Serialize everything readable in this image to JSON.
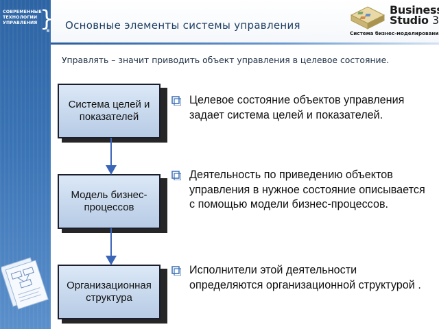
{
  "header": {
    "title": "Основные элементы системы управления",
    "left_logo": {
      "lines": [
        "СОВРЕМЕННЫЕ",
        "ТЕХНОЛОГИИ",
        "УПРАВЛЕНИЯ"
      ],
      "mark": "®"
    },
    "right_logo": {
      "word1": "Business",
      "word2": "Studio",
      "version": "3",
      "tagline": "Система бизнес-моделирования"
    }
  },
  "subtitle": "Управлять – значит приводить объект управления в целевое состояние.",
  "boxes": [
    {
      "lines": [
        "Система целей и",
        "показателей"
      ]
    },
    {
      "lines": [
        "Модель бизнес-",
        "процессов"
      ]
    },
    {
      "lines": [
        "Организационная",
        "структура"
      ]
    }
  ],
  "bullets": [
    {
      "text": "Целевое состояние объектов управления задает система целей и показателей."
    },
    {
      "text": "Деятельность по приведению объектов управления в нужное состояние описывается с помощью модели бизнес-процессов."
    },
    {
      "text": "Исполнители этой деятельности определяются организационной структурой ."
    }
  ],
  "colors": {
    "strip": "#3b74b5",
    "header_line": "#2a5c9a",
    "box_fill": "#c8d9ee",
    "box_border": "#1b1e2e",
    "arrow": "#3b66b8",
    "bullet_icon": "#3a6fb5"
  }
}
